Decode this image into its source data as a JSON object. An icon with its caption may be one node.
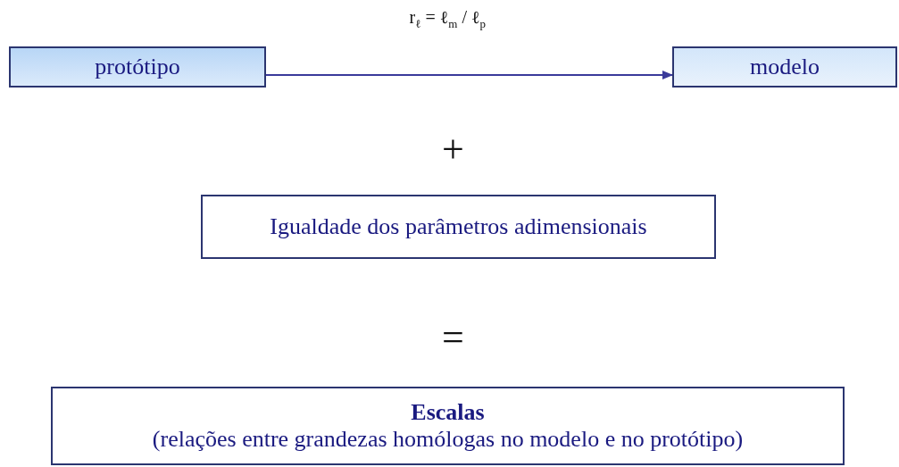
{
  "diagram": {
    "nodes": [
      {
        "text": [
          "protótipo"
        ]
      },
      {
        "text": [
          "modelo"
        ]
      },
      {
        "text": [
          "Igualdade dos parâmetros adimensionais"
        ]
      },
      {
        "text": [
          "Escalas",
          "(relações entre grandezas homólogas no modelo e no protótipo)"
        ]
      }
    ],
    "edges": [
      {
        "from": 0,
        "to": 1,
        "arrow": "to",
        "label": "r$_{ℓ}$ = ℓ$_{m}$ / ℓ$_{p}$"
      }
    ],
    "labels": [
      "+",
      "="
    ]
  }
}
